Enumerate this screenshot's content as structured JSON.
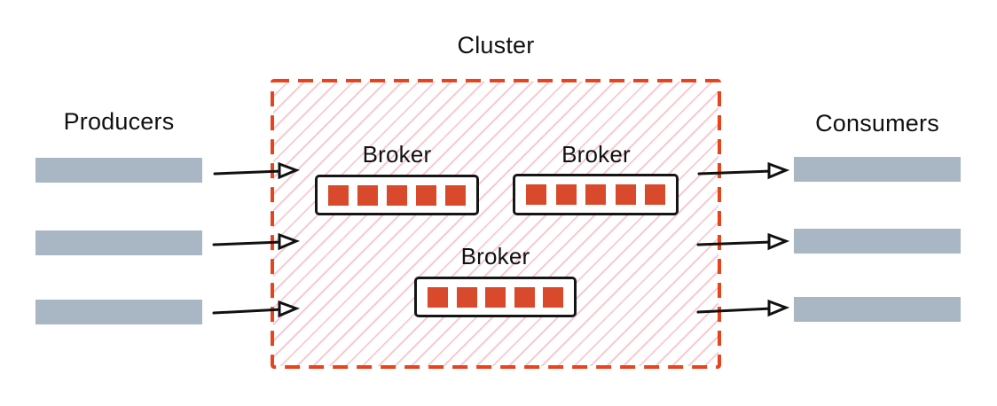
{
  "diagram": {
    "title": "Cluster",
    "producers": {
      "label": "Producers",
      "count": 3
    },
    "consumers": {
      "label": "Consumers",
      "count": 3
    },
    "brokers": [
      {
        "label": "Broker",
        "partitions": 5
      },
      {
        "label": "Broker",
        "partitions": 5
      },
      {
        "label": "Broker",
        "partitions": 5
      }
    ],
    "arrows": {
      "producer_to_cluster": 3,
      "cluster_to_consumer": 3
    },
    "colors": {
      "cluster_border": "#e8431d",
      "hatch_line": "#f8cbd1",
      "partition_square": "#d84a2b",
      "producer_consumer_bar": "#a9b6c3",
      "text": "#111111",
      "arrow": "#111111",
      "background": "#ffffff"
    }
  }
}
